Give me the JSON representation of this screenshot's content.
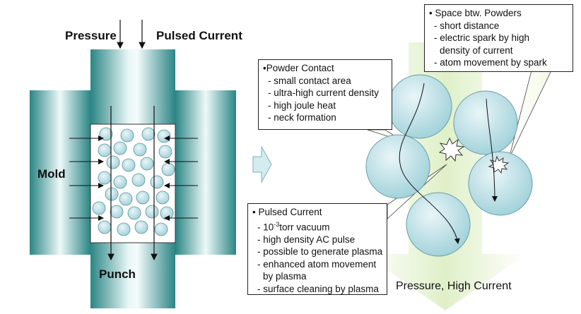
{
  "labels": {
    "pressure": "Pressure",
    "pulsed_current": "Pulsed Current",
    "mold": "Mold",
    "punch": "Punch",
    "pressure_high_current": "Pressure, High Current"
  },
  "callouts": {
    "space_between_powders": {
      "title": "• Space btw. Powders",
      "items": [
        "- short distance",
        "- electric spark by high",
        "  density of current",
        "- atom movement by spark"
      ]
    },
    "powder_contact": {
      "title": "•Powder Contact",
      "items": [
        "- small contact area",
        "- ultra-high current density",
        "- high joule heat",
        "- neck formation"
      ]
    },
    "pulsed_current": {
      "title": "• Pulsed Current",
      "item_vacuum_prefix": "- 10",
      "item_vacuum_exp": "-3",
      "item_vacuum_suffix": "torr vacuum",
      "items": [
        "- high density AC pulse",
        "- possible to generate plasma",
        "- enhanced atom movement",
        "  by plasma",
        "- surface cleaning by plasma"
      ]
    }
  },
  "colors": {
    "mold_teal": "#2a8080",
    "mold_light": "#f2fbfb",
    "particle": "#bfe3ea",
    "particle_stroke": "#5b8f99",
    "big_particle": "#bfe3e8",
    "down_arrow": "#e4f3d2",
    "spark": "#ffffff"
  }
}
